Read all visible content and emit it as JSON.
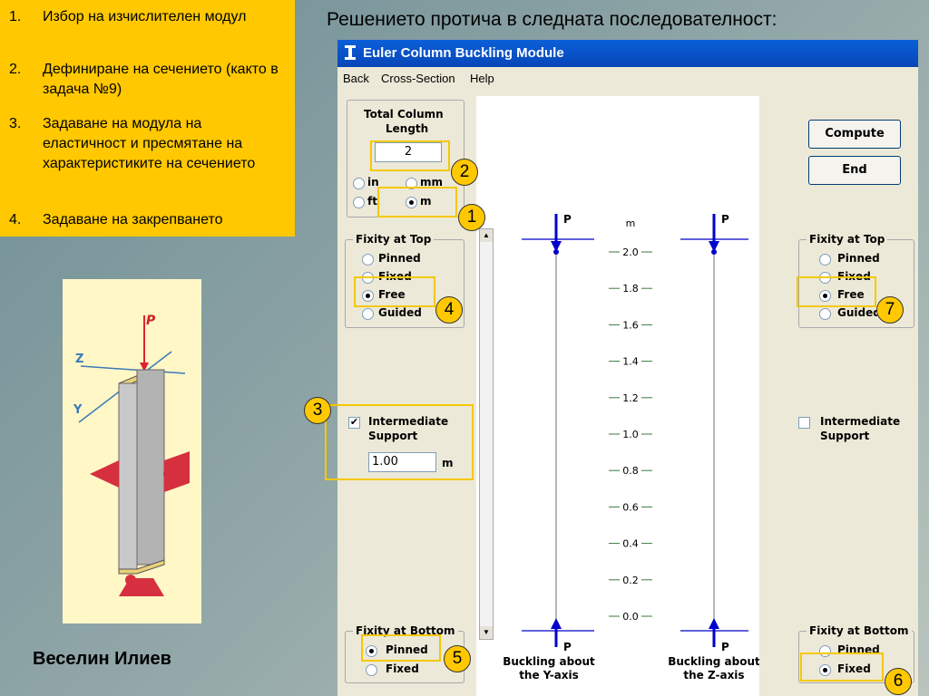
{
  "steps": [
    {
      "num": "1.",
      "text": "Избор на изчислителен модул"
    },
    {
      "num": "2.",
      "text": "Дефиниране на сечението (както в задача №9)"
    },
    {
      "num": "3.",
      "text": " Задаване на модула на еластичност и пресмятане на характеристиките на сечението"
    },
    {
      "num": "4.",
      "text": "Задаване на закрепването"
    }
  ],
  "caption": "Решението протича в следната последователност:",
  "author": "Веселин Илиев",
  "figure_labels": {
    "p": "P",
    "z": "Z",
    "y": "Y"
  },
  "window": {
    "title": "Euler Column Buckling Module",
    "menu": [
      "Back",
      "Cross-Section",
      "Help"
    ],
    "length_group": {
      "title_line1": "Total Column",
      "title_line2": "Length",
      "value": "2"
    },
    "units": {
      "in": "in",
      "mm": "mm",
      "ft": "ft",
      "m": "m",
      "selected": "m"
    },
    "left_top": {
      "legend": "Fixity at Top",
      "options": [
        "Pinned",
        "Fixed",
        "Free",
        "Guided"
      ],
      "selected": "Free"
    },
    "intermediate": {
      "label_line1": "Intermediate",
      "label_line2": "Support",
      "checked": true,
      "value": "1.00",
      "unit": "m"
    },
    "left_bottom": {
      "legend": "Fixity at Bottom",
      "options": [
        "Pinned",
        "Fixed"
      ],
      "selected": "Pinned"
    },
    "buttons": {
      "compute": "Compute",
      "end": "End"
    },
    "right_top": {
      "legend": "Fixity at Top",
      "options": [
        "Pinned",
        "Fixed",
        "Free",
        "Guided"
      ],
      "selected": "Free"
    },
    "right_intermediate": {
      "label_line1": "Intermediate",
      "label_line2": "Support",
      "checked": false
    },
    "right_bottom": {
      "legend": "Fixity at Bottom",
      "options": [
        "Pinned",
        "Fixed"
      ],
      "selected": "Fixed"
    },
    "plot": {
      "unit": "m",
      "load_label": "P",
      "scale_ticks": [
        "2.0",
        "1.8",
        "1.6",
        "1.4",
        "1.2",
        "1.0",
        "0.8",
        "0.6",
        "0.4",
        "0.2",
        "0.0"
      ],
      "left_caption_line1": "Buckling about",
      "left_caption_line2": "the Y-axis",
      "right_caption_line1": "Buckling about",
      "right_caption_line2": "the Z-axis"
    }
  },
  "badges": [
    "1",
    "2",
    "3",
    "4",
    "5",
    "6",
    "7"
  ],
  "colors": {
    "highlight": "#f5c800",
    "titlebar": "#0a5fd8",
    "slide_yellow": "#ffc800",
    "column_blue": "#0000cc"
  }
}
